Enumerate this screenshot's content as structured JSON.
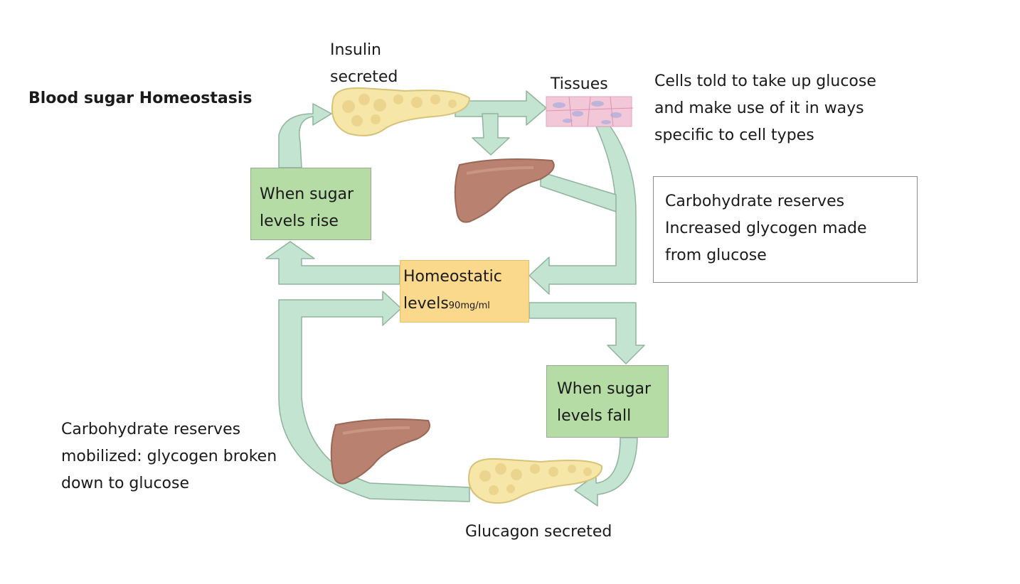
{
  "title": "Blood sugar Homeostasis",
  "labels": {
    "insulin": [
      "Insulin",
      "secreted"
    ],
    "tissues": "Tissues",
    "cells_note": [
      "Cells told to take up glucose",
      "and make use of it in ways",
      "specific to cell types"
    ],
    "reserves_increase": [
      "Carbohydrate reserves",
      "Increased glycogen made",
      "from glucose"
    ],
    "rise_box": [
      "When sugar",
      "levels rise"
    ],
    "homeostatic": [
      "Homeostatic",
      "levels"
    ],
    "homeostatic_value": "90mg/ml",
    "fall_box": [
      "When sugar",
      "levels fall"
    ],
    "reserves_mobilized": [
      "Carbohydrate reserves",
      "mobilized: glycogen broken",
      "down to glucose"
    ],
    "glucagon": "Glucagon secreted"
  },
  "colors": {
    "arrow_fill": "#c3e4d0",
    "arrow_stroke": "#8fb39c",
    "green_box": "#b5dca4",
    "yellow_box": "#fbd98c",
    "liver": "#b98270",
    "pancreas": "#f6e6a8",
    "tissue": "#f2c8d8"
  },
  "icons": [
    "pancreas-icon",
    "liver-icon",
    "tissue-icon"
  ]
}
